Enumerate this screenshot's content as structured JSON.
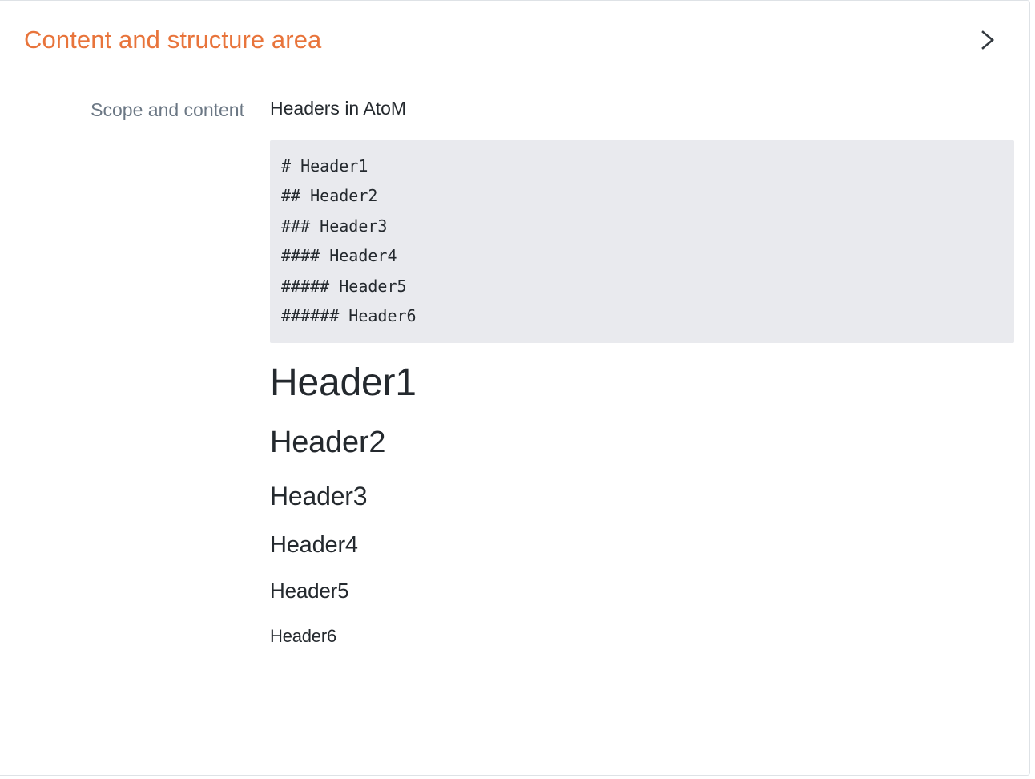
{
  "panel": {
    "header": {
      "title": "Content and structure area",
      "title_color": "#e8743b",
      "collapse_icon": "chevron-right-icon"
    },
    "field": {
      "label": "Scope and content"
    },
    "content": {
      "intro": "Headers in AtoM",
      "code_block": {
        "background": "#e9eaee",
        "lines": [
          "# Header1",
          "## Header2",
          "### Header3",
          "#### Header4",
          "##### Header5",
          "###### Header6"
        ],
        "text": "# Header1\n## Header2\n### Header3\n#### Header4\n##### Header5\n###### Header6"
      },
      "rendered_headings": [
        {
          "level": 1,
          "text": "Header1"
        },
        {
          "level": 2,
          "text": "Header2"
        },
        {
          "level": 3,
          "text": "Header3"
        },
        {
          "level": 4,
          "text": "Header4"
        },
        {
          "level": 5,
          "text": "Header5"
        },
        {
          "level": 6,
          "text": "Header6"
        }
      ]
    }
  }
}
